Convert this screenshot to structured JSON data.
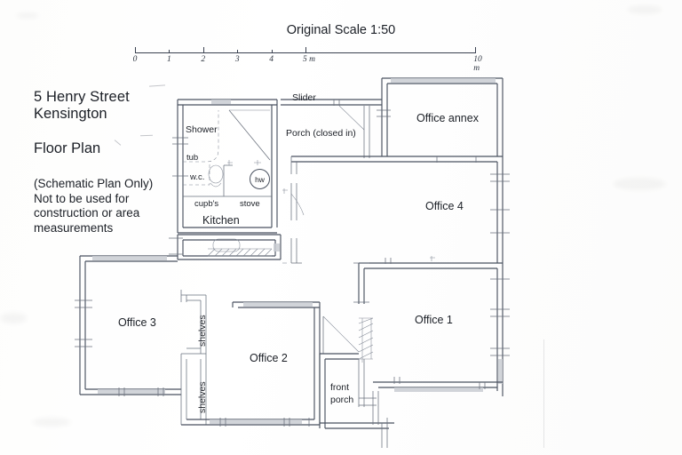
{
  "scale": {
    "title": "Original Scale 1:50",
    "ticks": [
      "0",
      "1",
      "2",
      "3",
      "4",
      "5 m",
      "10 m"
    ],
    "unit_note": "m"
  },
  "title_block": {
    "address_line1": "5 Henry Street",
    "address_line2": "Kensington",
    "drawing_type": "Floor Plan",
    "disclaimer_line1": "(Schematic Plan Only)",
    "disclaimer_line2": "Not to be used for",
    "disclaimer_line3": "construction or area",
    "disclaimer_line4": "measurements"
  },
  "rooms": {
    "office_annex": "Office annex",
    "office_1": "Office 1",
    "office_2": "Office 2",
    "office_3": "Office 3",
    "office_4": "Office 4",
    "kitchen": "Kitchen",
    "shower": "Shower",
    "tub": "tub",
    "wc": "w.c.",
    "cupboards": "cupb's",
    "stove": "stove",
    "hot_water": "hw",
    "slider": "Slider",
    "porch_closed": "Porch (closed in)",
    "front_porch_line1": "front",
    "front_porch_line2": "porch",
    "shelves_upper": "shelves",
    "shelves_lower": "shelves"
  },
  "colors": {
    "ink": "#4a5260",
    "text": "#1b1f26",
    "paper": "#ffffff",
    "wall_fill": "#c9ccd2"
  }
}
